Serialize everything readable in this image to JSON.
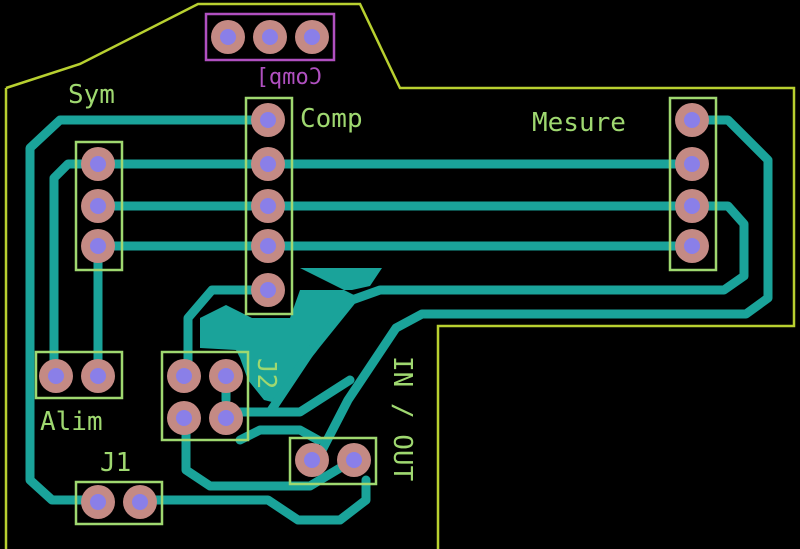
{
  "colors": {
    "background": "#000000",
    "outline": "#b8d030",
    "track": "#1aa39a",
    "silkscreen": "#9fd870",
    "silkscreen_back": "#b050c0",
    "pad": "#c48a84",
    "drill": "#8a7fe8"
  },
  "labels": {
    "sym": "Sym",
    "comp_front": "Comp",
    "comp_back": "Comp]",
    "mesure": "Mesure",
    "alim": "Alim",
    "j1": "J1",
    "j2": "J2",
    "in_out": "IN / OUT"
  }
}
